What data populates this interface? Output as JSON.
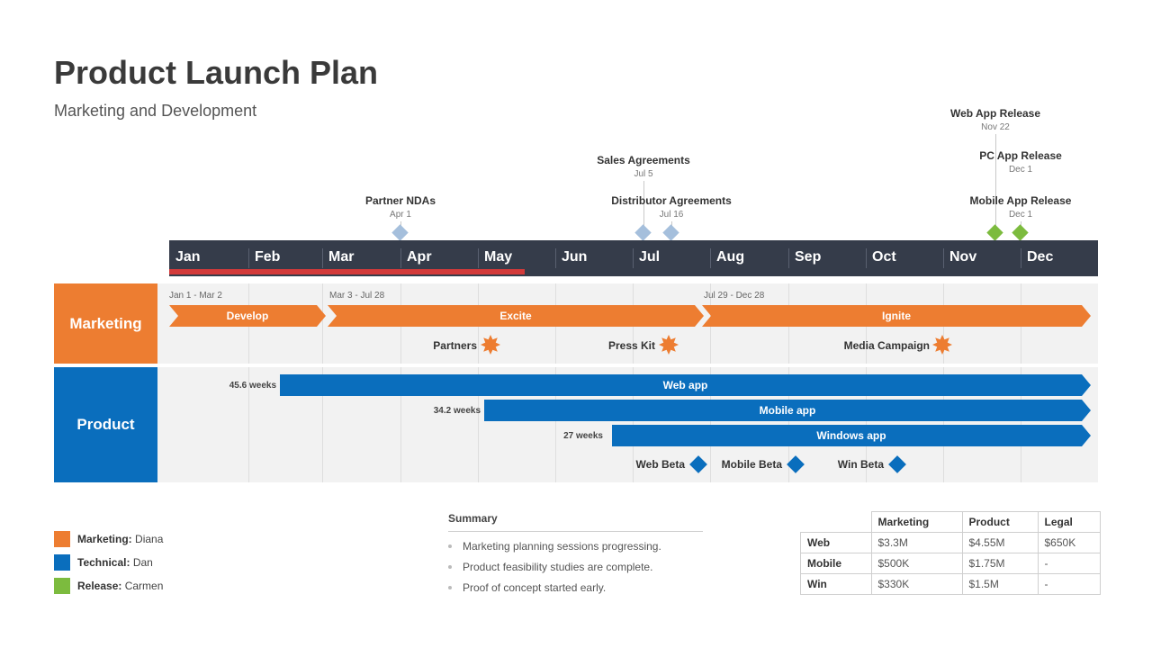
{
  "title": "Product Launch Plan",
  "subtitle": "Marketing and Development",
  "colors": {
    "marketing": "#ED7D31",
    "product": "#0A6EBD",
    "release": "#7CBB3E",
    "milestone_blue": "#A5BFDC",
    "header": "#353C4A",
    "today": "#D33A3A"
  },
  "months": [
    "Jan",
    "Feb",
    "Mar",
    "Apr",
    "May",
    "Jun",
    "Jul",
    "Aug",
    "Sep",
    "Oct",
    "Nov",
    "Dec"
  ],
  "milestones": [
    {
      "name": "Partner NDAs",
      "date": "Apr 1",
      "color": "#A5BFDC"
    },
    {
      "name": "Sales Agreements",
      "date": "Jul 5",
      "color": "#A5BFDC"
    },
    {
      "name": "Distributor Agreements",
      "date": "Jul 16",
      "color": "#A5BFDC"
    },
    {
      "name": "Web App Release",
      "date": "Nov 22",
      "color": "#7CBB3E"
    },
    {
      "name": "PC App Release",
      "date": "Dec 1",
      "color": "#7CBB3E"
    },
    {
      "name": "Mobile App Release",
      "date": "Dec 1",
      "color": "#7CBB3E"
    }
  ],
  "lanes": {
    "marketing": {
      "label": "Marketing",
      "phases": [
        {
          "name": "Develop",
          "range": "Jan 1 - Mar 2"
        },
        {
          "name": "Excite",
          "range": "Mar 3 - Jul 28"
        },
        {
          "name": "Ignite",
          "range": "Jul 29 - Dec 28"
        }
      ],
      "events": [
        {
          "name": "Partners"
        },
        {
          "name": "Press Kit"
        },
        {
          "name": "Media Campaign"
        }
      ]
    },
    "product": {
      "label": "Product",
      "tasks": [
        {
          "name": "Web app",
          "duration": "45.6 weeks"
        },
        {
          "name": "Mobile app",
          "duration": "34.2 weeks"
        },
        {
          "name": "Windows app",
          "duration": "27 weeks"
        }
      ],
      "events": [
        {
          "name": "Web Beta"
        },
        {
          "name": "Mobile Beta"
        },
        {
          "name": "Win Beta"
        }
      ]
    }
  },
  "legend": [
    {
      "role": "Marketing:",
      "person": "Diana",
      "color": "#ED7D31"
    },
    {
      "role": "Technical:",
      "person": "Dan",
      "color": "#0A6EBD"
    },
    {
      "role": "Release:",
      "person": "Carmen",
      "color": "#7CBB3E"
    }
  ],
  "summary": {
    "title": "Summary",
    "items": [
      "Marketing planning sessions progressing.",
      "Product feasibility studies are complete.",
      "Proof of concept started early."
    ]
  },
  "budget": {
    "headers": [
      "Marketing",
      "Product",
      "Legal"
    ],
    "rows": [
      {
        "label": "Web",
        "values": [
          "$3.3M",
          "$4.55M",
          "$650K"
        ]
      },
      {
        "label": "Mobile",
        "values": [
          "$500K",
          "$1.75M",
          "-"
        ]
      },
      {
        "label": "Win",
        "values": [
          "$330K",
          "$1.5M",
          "-"
        ]
      }
    ]
  }
}
